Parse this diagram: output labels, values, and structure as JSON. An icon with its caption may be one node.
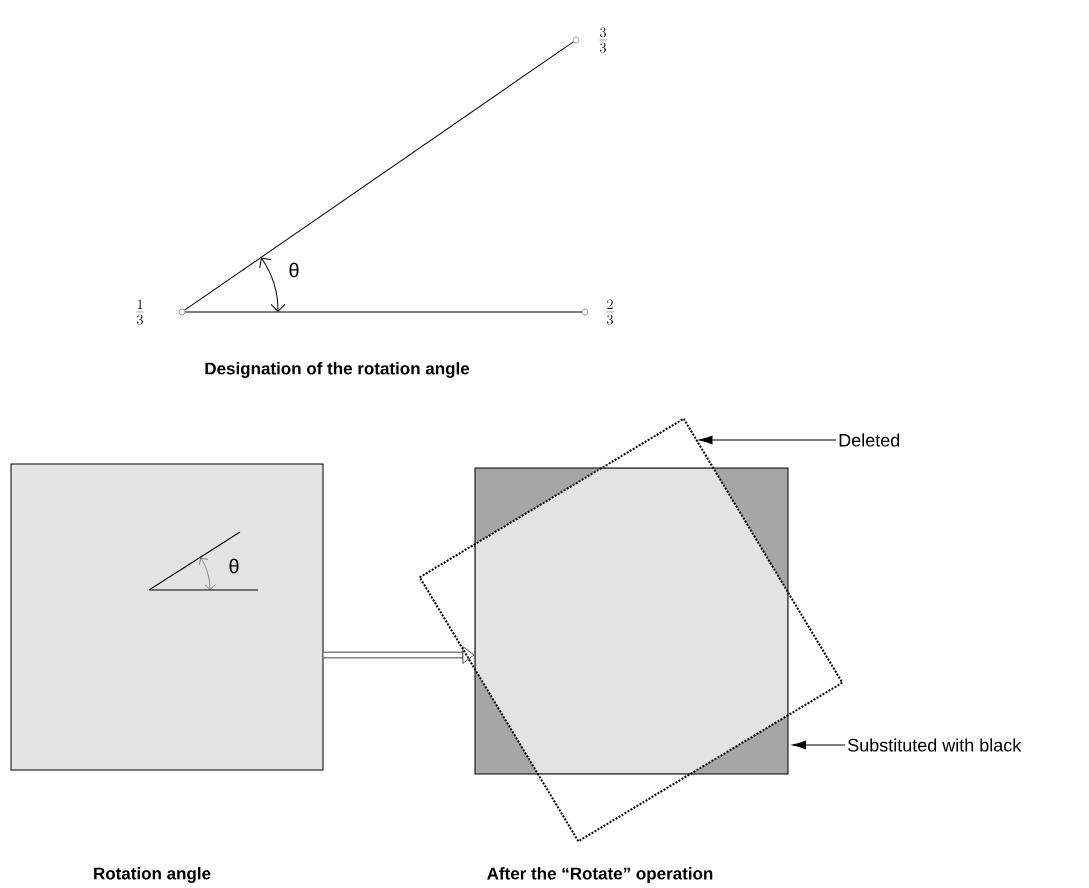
{
  "diagram": {
    "nodes": [
      {
        "text": [],
        "shape": "circle",
        "beside": [
          "\\frac{1}{3}"
        ]
      },
      {
        "text": [],
        "shape": "circle",
        "beside": [
          "\\frac{2}{3}"
        ]
      },
      {
        "text": [],
        "shape": "circle",
        "beside": [
          "\\frac{3}{3}"
        ]
      },
      {
        "text": [],
        "shape": "box"
      },
      {
        "text": [],
        "shape": "box"
      },
      {
        "text": [
          "Deleted"
        ]
      },
      {
        "text": [
          "Substituted with black"
        ]
      }
    ],
    "edges": [
      {
        "from": 0,
        "to": 1,
        "arrow": "none"
      },
      {
        "from": 0,
        "to": 2,
        "arrow": "none"
      },
      {
        "from": 3,
        "to": 4,
        "arrow": "to",
        "style": "thick"
      },
      {
        "from": 5,
        "to": null,
        "arrow": "to"
      },
      {
        "from": 6,
        "to": 4,
        "arrow": "to"
      }
    ],
    "labels": [
      "θ",
      "Designation of the rotation angle",
      "θ",
      "Rotation angle",
      "After the “Rotate” operation"
    ]
  }
}
